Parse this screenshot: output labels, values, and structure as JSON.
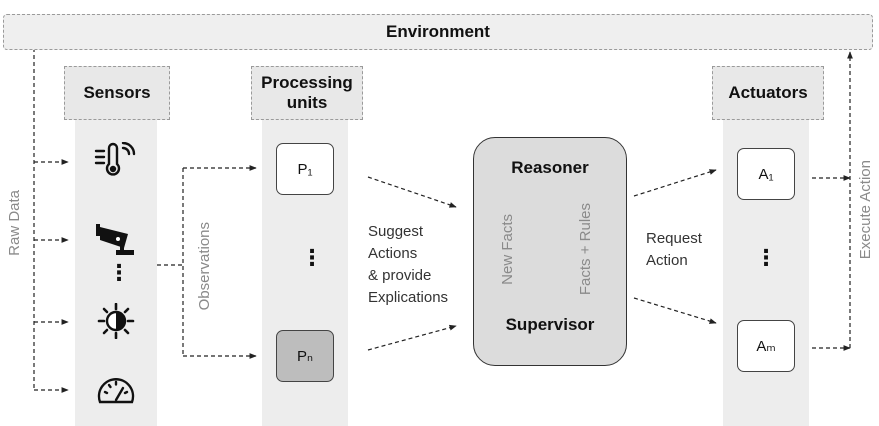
{
  "environment": "Environment",
  "sensors": {
    "title": "Sensors",
    "icons": [
      "thermometer-icon",
      "security-camera-icon",
      "brightness-icon",
      "gauge-icon"
    ],
    "dots": "⋮"
  },
  "processing": {
    "title_line1": "Processing",
    "title_line2": "units",
    "unit_first": "P₁",
    "unit_last": "Pₙ",
    "dots": "⋮"
  },
  "actuators": {
    "title": "Actuators",
    "unit_first": "A₁",
    "unit_last": "Aₘ",
    "dots": "⋮"
  },
  "supervisor": {
    "top": "Reasoner",
    "bottom": "Supervisor",
    "new_facts": "New Facts",
    "facts_rules": "Facts + Rules"
  },
  "labels": {
    "raw_data": "Raw Data",
    "observations": "Observations",
    "suggest": [
      "Suggest",
      "Actions",
      "& provide",
      "Explications"
    ],
    "request": [
      "Request",
      "Action"
    ],
    "execute": "Execute Action"
  }
}
